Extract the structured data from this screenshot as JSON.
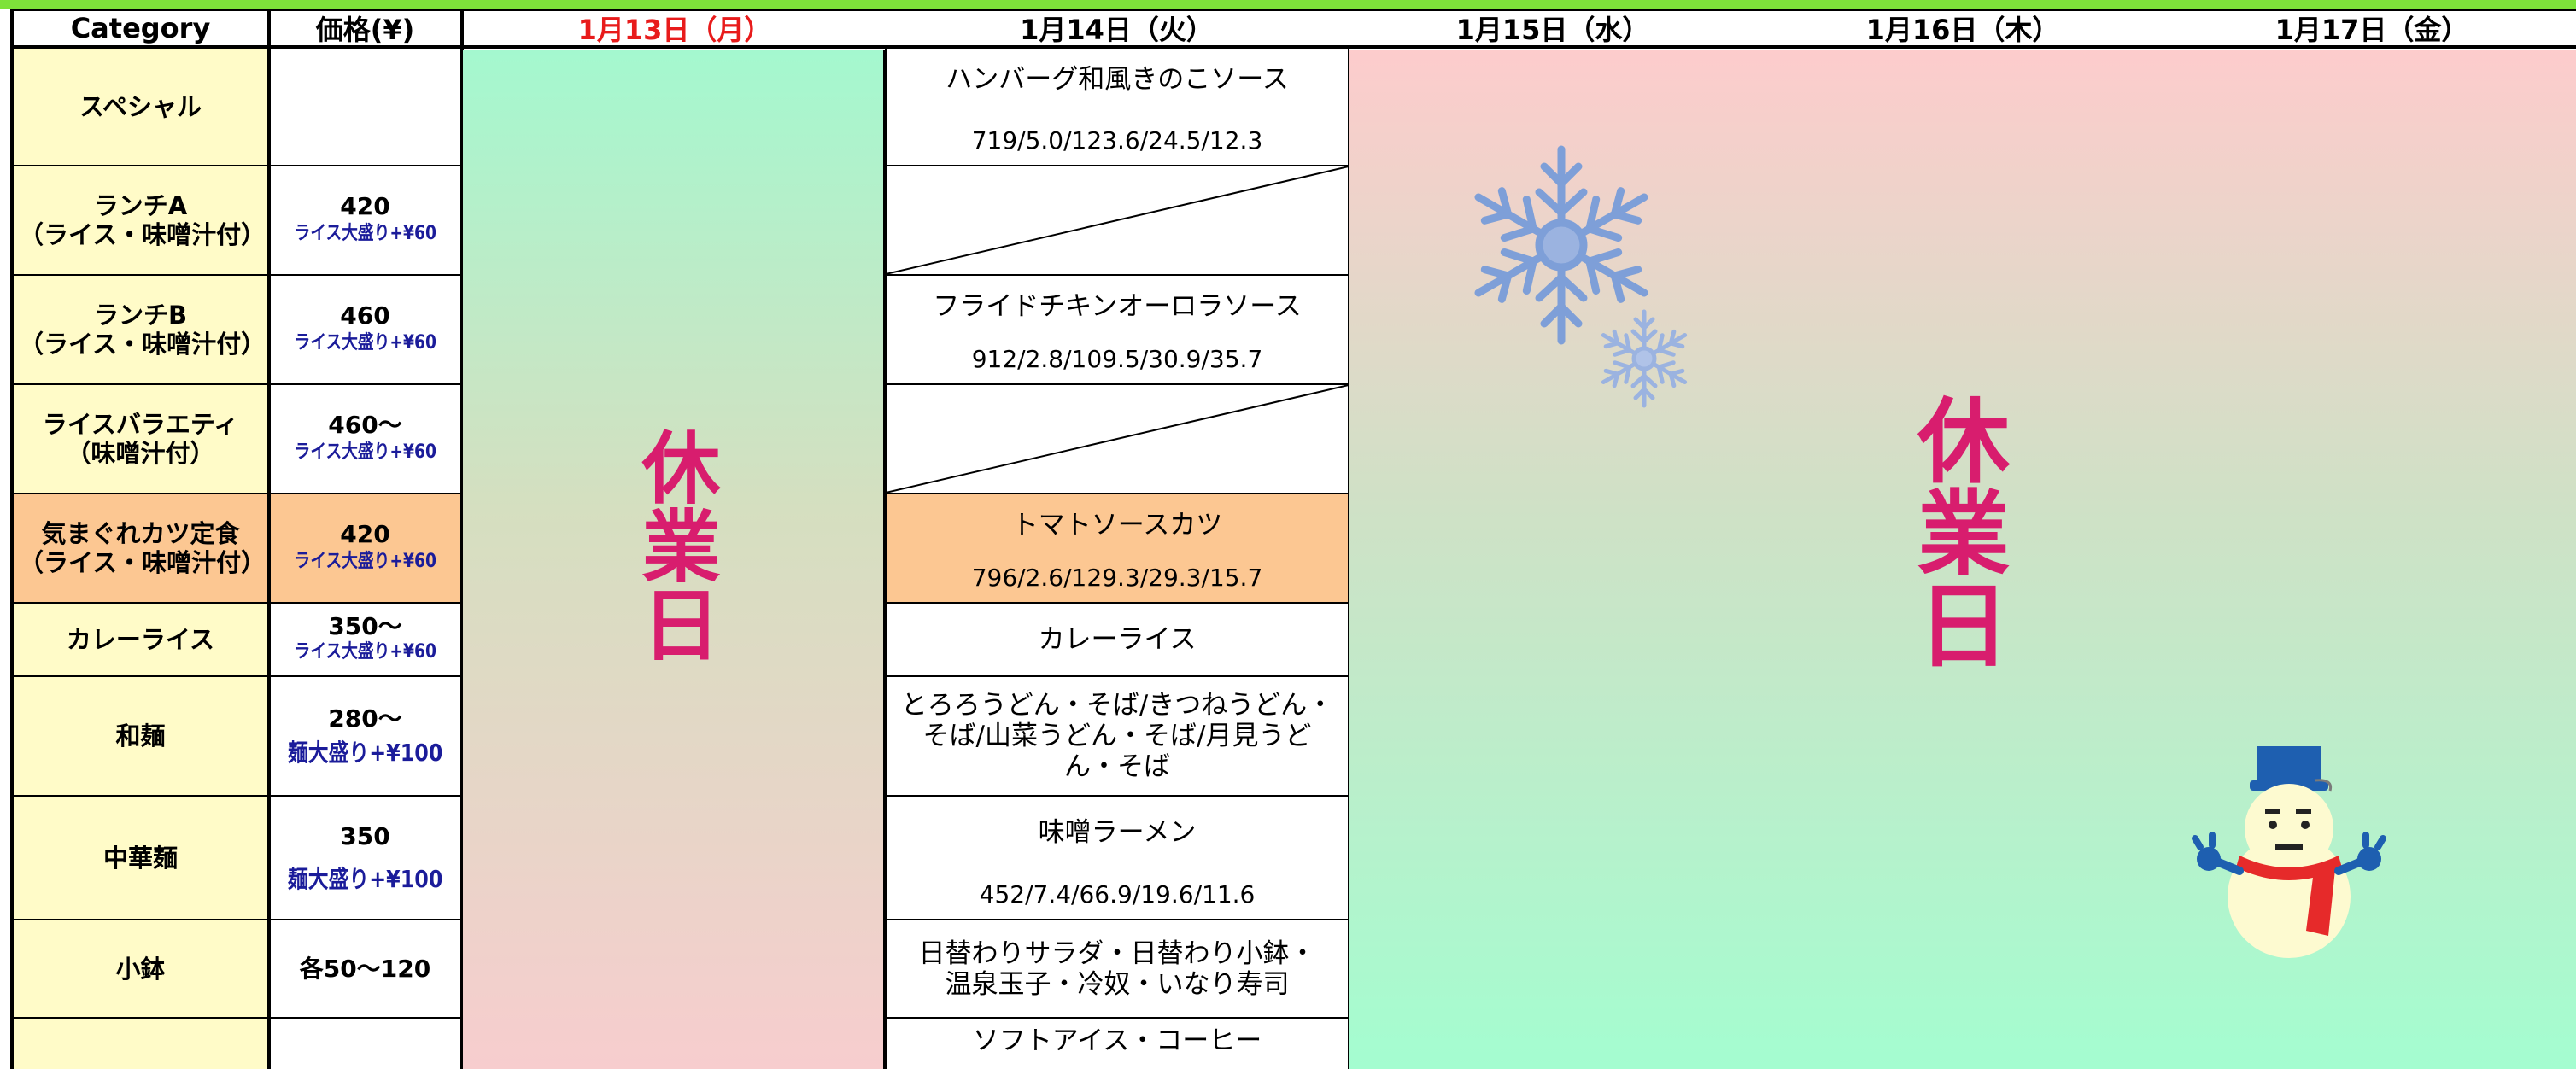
{
  "header": {
    "category": "Category",
    "price": "価格(¥)",
    "days": [
      "1月13日（月）",
      "1月14日（火）",
      "1月15日（水）",
      "1月16日（木）",
      "1月17日（金）"
    ],
    "holiday_day_color": "#e81b1b"
  },
  "rows": [
    {
      "category": "スペシャル",
      "price": "",
      "price_note": "",
      "menu": "ハンバーグ和風きのこソース",
      "nutrition": "719/5.0/123.6/24.5/12.3"
    },
    {
      "category": "ランチA\n（ライス・味噌汁付）",
      "price": "420",
      "price_note": "ライス大盛り+¥60",
      "menu": "",
      "nutrition": ""
    },
    {
      "category": "ランチB\n（ライス・味噌汁付）",
      "price": "460",
      "price_note": "ライス大盛り+¥60",
      "menu": "フライドチキンオーロラソース",
      "nutrition": "912/2.8/109.5/30.9/35.7"
    },
    {
      "category": "ライスバラエティ\n（味噌汁付）",
      "price": "460～",
      "price_note": "ライス大盛り+¥60",
      "menu": "",
      "nutrition": ""
    },
    {
      "category": "気まぐれカツ定食\n（ライス・味噌汁付）",
      "price": "420",
      "price_note": "ライス大盛り+¥60",
      "menu": "トマトソースカツ",
      "nutrition": "796/2.6/129.3/29.3/15.7"
    },
    {
      "category": "カレーライス",
      "price": "350～",
      "price_note": "ライス大盛り+¥60",
      "menu": "カレーライス",
      "nutrition": ""
    },
    {
      "category": "和麺",
      "price": "280～",
      "price_note": "麺大盛り+¥100",
      "menu": "とろろうどん・そば/きつねうどん・そば/山菜うどん・そば/月見うどん・そば",
      "nutrition": ""
    },
    {
      "category": "中華麺",
      "price": "350",
      "price_note": "麺大盛り+¥100",
      "menu": "味噌ラーメン",
      "nutrition": "452/7.4/66.9/19.6/11.6"
    },
    {
      "category": "小鉢",
      "price": "各50～120",
      "price_note": "",
      "menu": "日替わりサラダ・日替わり小鉢・\n温泉玉子・冷奴・いなり寿司",
      "nutrition": ""
    },
    {
      "category": "",
      "price": "",
      "price_note": "",
      "menu": "ソフトアイス・コーヒー",
      "nutrition": ""
    }
  ],
  "closed_label": "休業日",
  "colors": {
    "category_bg": "#fffbc8",
    "katsu_bg": "#fcc792",
    "closed_text": "#d81d6e",
    "top_bar": "#7ee23a",
    "price_note": "#1b1c9a"
  },
  "icons": [
    "snowflake-icon",
    "snowman-icon"
  ]
}
